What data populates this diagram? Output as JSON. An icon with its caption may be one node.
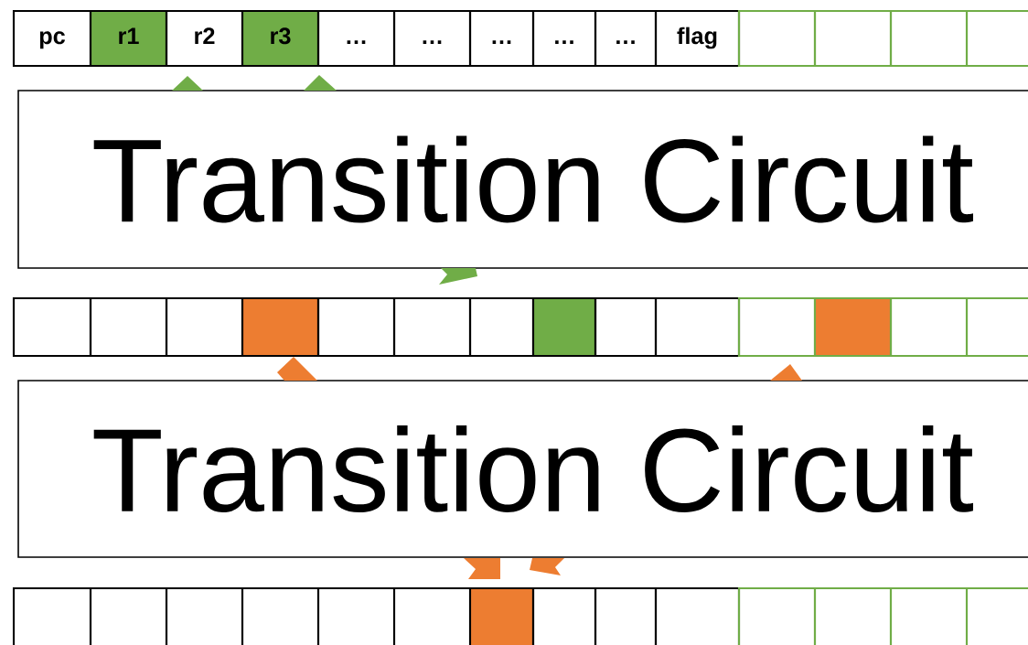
{
  "diagram": {
    "nodes": [
      {
        "text": [
          "pc"
        ]
      },
      {
        "text": [
          "r1"
        ]
      },
      {
        "text": [
          "r2"
        ]
      },
      {
        "text": [
          "r3"
        ]
      },
      {
        "text": [
          "…"
        ]
      },
      {
        "text": [
          "…"
        ]
      },
      {
        "text": [
          "…"
        ]
      },
      {
        "text": [
          "…"
        ]
      },
      {
        "text": [
          "…"
        ]
      },
      {
        "text": [
          "flag"
        ]
      },
      {
        "text": [],
        "shape": "box"
      },
      {
        "text": [],
        "shape": "box"
      },
      {
        "text": [],
        "shape": "box"
      },
      {
        "text": [],
        "shape": "box"
      },
      {
        "text": [
          "Transition Circuit"
        ]
      },
      {
        "text": [],
        "shape": "box"
      },
      {
        "text": [],
        "shape": "box"
      },
      {
        "text": [],
        "shape": "box"
      },
      {
        "text": [],
        "shape": "box"
      },
      {
        "text": [],
        "shape": "box"
      },
      {
        "text": [],
        "shape": "box"
      },
      {
        "text": [],
        "shape": "box"
      },
      {
        "text": [],
        "shape": "box"
      },
      {
        "text": [],
        "shape": "box"
      },
      {
        "text": [],
        "shape": "box"
      },
      {
        "text": [],
        "shape": "box"
      },
      {
        "text": [],
        "shape": "box"
      },
      {
        "text": [],
        "shape": "box"
      },
      {
        "text": [],
        "shape": "box"
      },
      {
        "text": [
          "Transition Circuit"
        ]
      },
      {
        "text": [],
        "shape": "box"
      },
      {
        "text": [],
        "shape": "box"
      },
      {
        "text": [],
        "shape": "box"
      },
      {
        "text": [],
        "shape": "box"
      },
      {
        "text": [],
        "shape": "box"
      },
      {
        "text": [],
        "shape": "box"
      },
      {
        "text": [],
        "shape": "box"
      },
      {
        "text": [],
        "shape": "box"
      },
      {
        "text": [],
        "shape": "box"
      },
      {
        "text": [],
        "shape": "box"
      },
      {
        "text": [],
        "shape": "box"
      },
      {
        "text": [],
        "shape": "box"
      },
      {
        "text": [],
        "shape": "box"
      },
      {
        "text": [],
        "shape": "box"
      }
    ]
  }
}
